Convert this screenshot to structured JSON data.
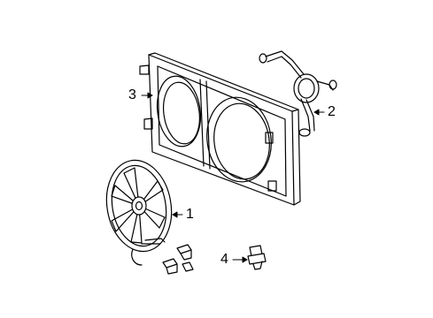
{
  "diagram": {
    "callouts": [
      {
        "id": "fan",
        "label": "1"
      },
      {
        "id": "hose",
        "label": "2"
      },
      {
        "id": "shroud",
        "label": "3"
      },
      {
        "id": "switch",
        "label": "4"
      }
    ],
    "colors": {
      "line": "#000000",
      "fill": "#ffffff"
    }
  }
}
